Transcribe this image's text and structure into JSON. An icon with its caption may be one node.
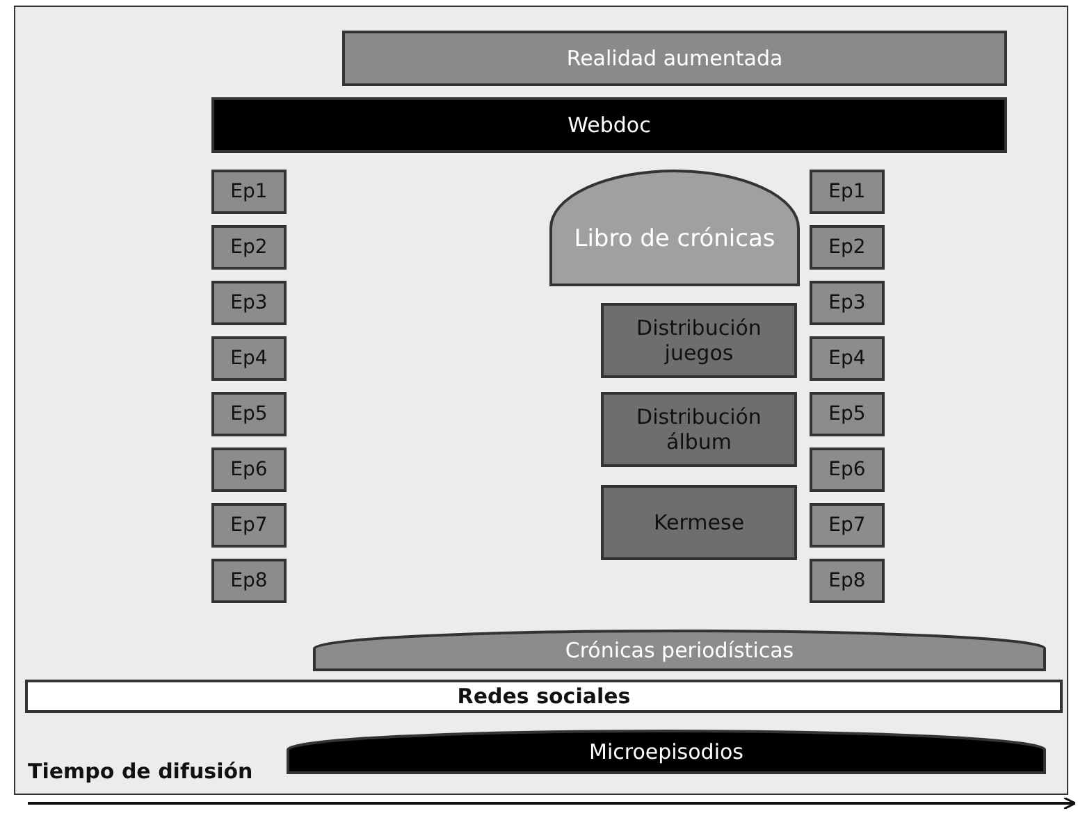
{
  "diagram": {
    "nodes": [
      {
        "text": [
          "Realidad aumentada"
        ]
      },
      {
        "text": [
          "Webdoc"
        ]
      },
      {
        "text": [
          "Ep1"
        ]
      },
      {
        "text": [
          "Ep2"
        ]
      },
      {
        "text": [
          "Ep3"
        ]
      },
      {
        "text": [
          "Ep4"
        ]
      },
      {
        "text": [
          "Ep5"
        ]
      },
      {
        "text": [
          "Ep6"
        ]
      },
      {
        "text": [
          "Ep7"
        ]
      },
      {
        "text": [
          "Ep8"
        ]
      },
      {
        "text": [
          "Libro de crónicas"
        ]
      },
      {
        "text": [
          "Distribución juegos"
        ]
      },
      {
        "text": [
          "Distribución álbum"
        ]
      },
      {
        "text": [
          "Kermese"
        ]
      },
      {
        "text": [
          "Ep1"
        ]
      },
      {
        "text": [
          "Ep2"
        ]
      },
      {
        "text": [
          "Ep3"
        ]
      },
      {
        "text": [
          "Ep4"
        ]
      },
      {
        "text": [
          "Ep5"
        ]
      },
      {
        "text": [
          "Ep6"
        ]
      },
      {
        "text": [
          "Ep7"
        ]
      },
      {
        "text": [
          "Ep8"
        ]
      },
      {
        "text": [
          "Crónicas periodísticas"
        ]
      },
      {
        "text": [
          "Redes sociales"
        ]
      },
      {
        "text": [
          "Microepisodios"
        ]
      }
    ],
    "labels": [
      "Tiempo de difusión"
    ]
  }
}
